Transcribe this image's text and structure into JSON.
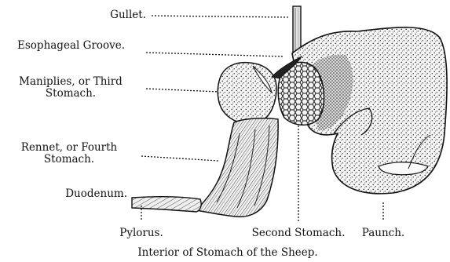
{
  "labels": {
    "gullet": "Gullet.",
    "esophageal_groove": "Esophageal Groove.",
    "maniplies_line1": "Maniplies, or Third",
    "maniplies_line2": "Stomach.",
    "rennet_line1": "Rennet, or Fourth",
    "rennet_line2": "Stomach.",
    "duodenum": "Duodenum.",
    "pylorus": "Pylorus.",
    "second_stomach": "Second Stomach.",
    "paunch": "Paunch."
  },
  "caption": "Interior of Stomach of the Sheep."
}
